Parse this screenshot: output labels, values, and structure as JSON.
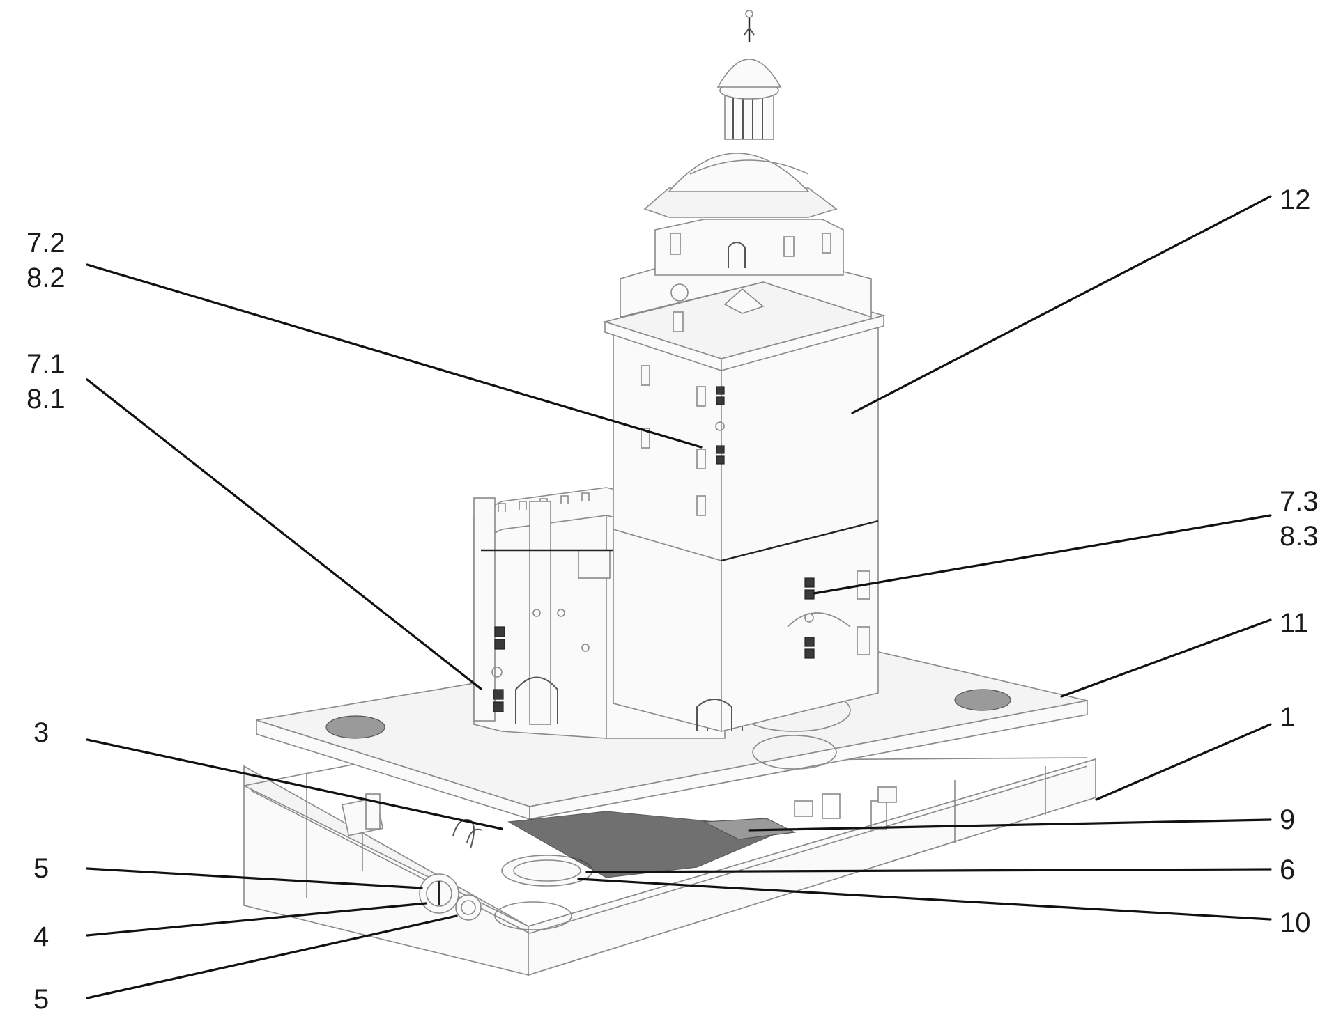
{
  "labels": [
    {
      "id": "l12",
      "text": "12"
    },
    {
      "id": "l72a",
      "text": "7.2"
    },
    {
      "id": "l82",
      "text": "8.2"
    },
    {
      "id": "l71",
      "text": "7.1"
    },
    {
      "id": "l81",
      "text": "8.1"
    },
    {
      "id": "l73",
      "text": "7.3"
    },
    {
      "id": "l83",
      "text": "8.3"
    },
    {
      "id": "l11",
      "text": "11"
    },
    {
      "id": "l1",
      "text": "1"
    },
    {
      "id": "l3",
      "text": "3"
    },
    {
      "id": "l9",
      "text": "9"
    },
    {
      "id": "l5a",
      "text": "5"
    },
    {
      "id": "l6",
      "text": "6"
    },
    {
      "id": "l4",
      "text": "4"
    },
    {
      "id": "l10",
      "text": "10"
    },
    {
      "id": "l5b",
      "text": "5"
    }
  ]
}
